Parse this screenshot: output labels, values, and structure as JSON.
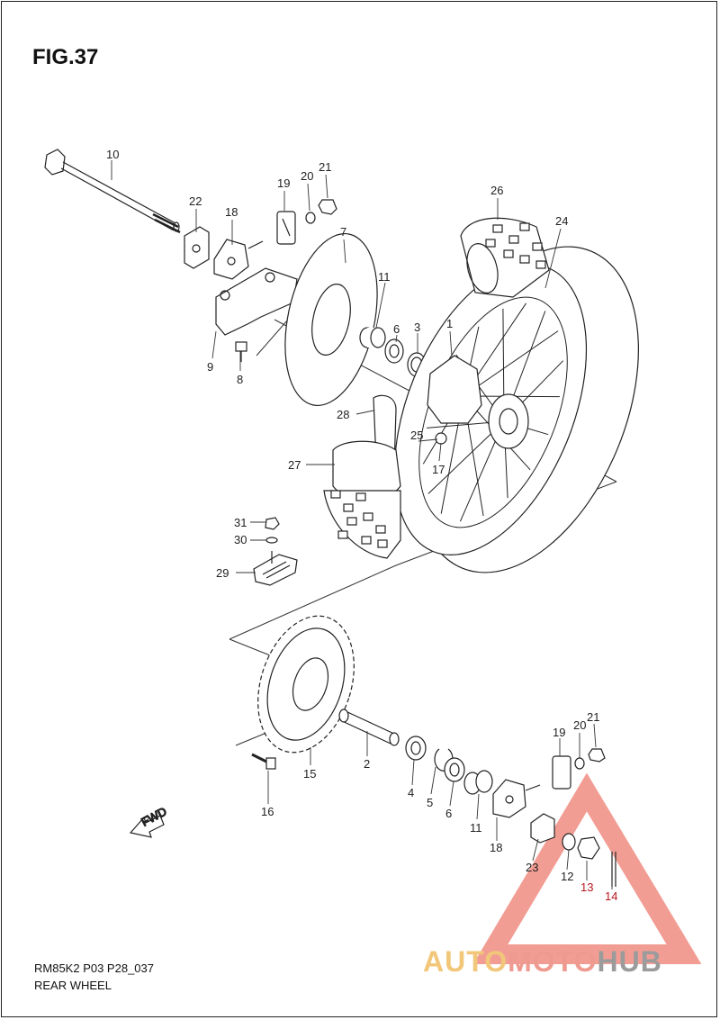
{
  "figure": {
    "title": "FIG.37"
  },
  "footer": {
    "code": "RM85K2 P03 P28_037",
    "caption": "REAR WHEEL"
  },
  "direction_arrow": {
    "label": "FWD"
  },
  "watermark": {
    "part_a": "AUTO",
    "part_b": "MOTO",
    "part_c": "HUB",
    "logo": "triangle-logo"
  },
  "callouts": [
    {
      "num": "10"
    },
    {
      "num": "22"
    },
    {
      "num": "18"
    },
    {
      "num": "19"
    },
    {
      "num": "20"
    },
    {
      "num": "21"
    },
    {
      "num": "9"
    },
    {
      "num": "8"
    },
    {
      "num": "7"
    },
    {
      "num": "11"
    },
    {
      "num": "6"
    },
    {
      "num": "3"
    },
    {
      "num": "1"
    },
    {
      "num": "26"
    },
    {
      "num": "24"
    },
    {
      "num": "28"
    },
    {
      "num": "25"
    },
    {
      "num": "17"
    },
    {
      "num": "27"
    },
    {
      "num": "31"
    },
    {
      "num": "30"
    },
    {
      "num": "29"
    },
    {
      "num": "15"
    },
    {
      "num": "16"
    },
    {
      "num": "2"
    },
    {
      "num": "4"
    },
    {
      "num": "5"
    },
    {
      "num": "6"
    },
    {
      "num": "11"
    },
    {
      "num": "18"
    },
    {
      "num": "19"
    },
    {
      "num": "20"
    },
    {
      "num": "21"
    },
    {
      "num": "23"
    },
    {
      "num": "12"
    },
    {
      "num": "13"
    },
    {
      "num": "14"
    }
  ]
}
